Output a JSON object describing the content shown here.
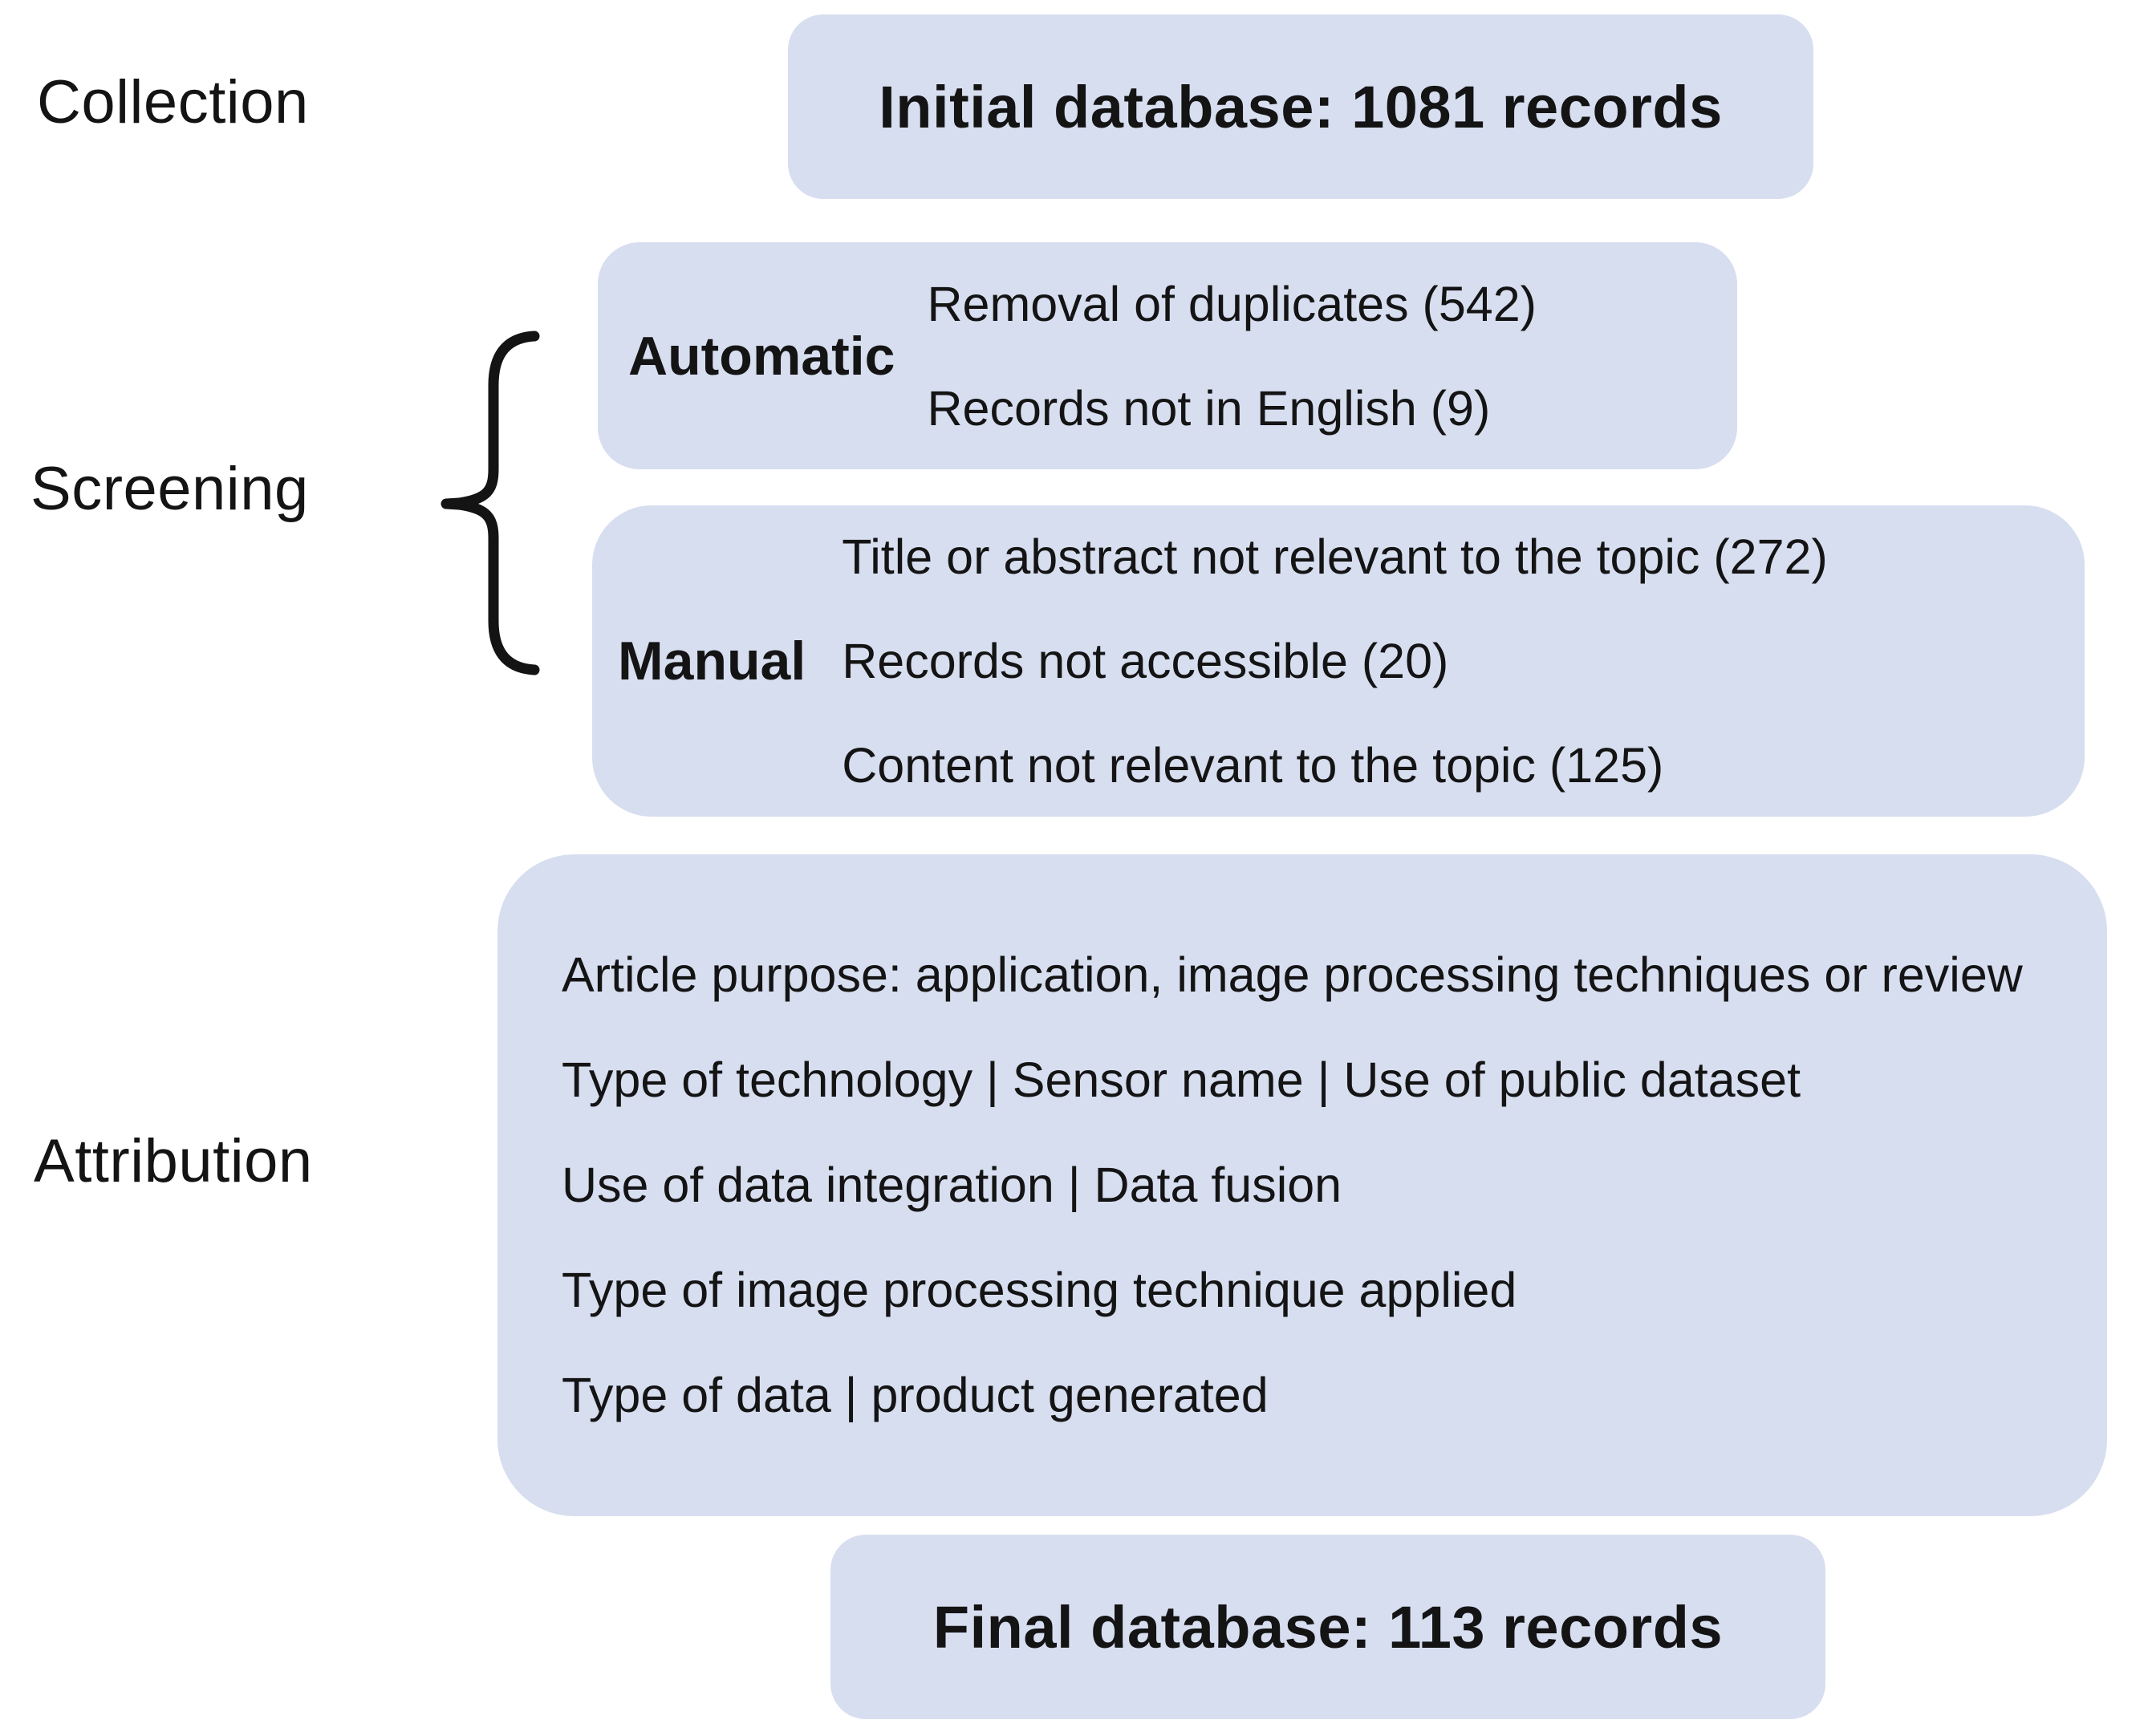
{
  "colors": {
    "box_fill": "#d7def0",
    "text": "#141414",
    "background": "#ffffff",
    "brace": "#141414"
  },
  "stages": {
    "collection": "Collection",
    "screening": "Screening",
    "attribution": "Attribution"
  },
  "initial_box": {
    "text": "Initial database: 1081 records"
  },
  "screening": {
    "automatic": {
      "label": "Automatic",
      "items": [
        "Removal of duplicates (542)",
        "Records not in English (9)"
      ]
    },
    "manual": {
      "label": "Manual",
      "items": [
        "Title or abstract not relevant to the topic (272)",
        "Records not accessible (20)",
        "Content not relevant to the topic (125)"
      ]
    }
  },
  "attribution_box": {
    "items": [
      "Article purpose: application, image processing techniques or review",
      "Type of technology | Sensor name | Use of public dataset",
      "Use of data integration | Data fusion",
      "Type of image processing technique applied",
      "Type of data | product generated"
    ]
  },
  "final_box": {
    "text": "Final database: 113 records"
  }
}
